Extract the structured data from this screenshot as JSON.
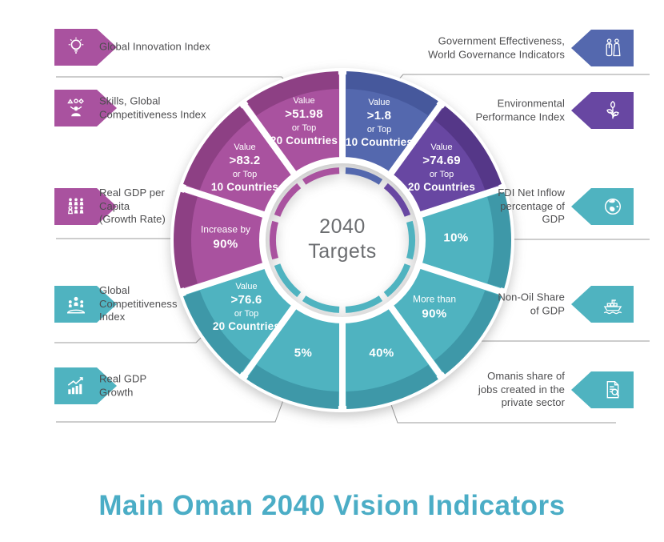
{
  "title": "Main Oman 2040 Vision Indicators",
  "center_label": "2040\nTargets",
  "colors": {
    "magenta": "#a9529f",
    "magenta_rim": "#8d4084",
    "blue": "#5468ae",
    "blue_rim": "#46589c",
    "purple": "#6847a2",
    "purple_rim": "#553788",
    "teal": "#4fb3c0",
    "teal_rim": "#3e98a8",
    "title_teal": "#4badc6",
    "label_gray": "#4d4d4f",
    "line_gray": "#9b9b9b"
  },
  "left_indicators": [
    {
      "label": "Global Innovation Index",
      "icon": "lightbulb-icon",
      "color": "#a9529f"
    },
    {
      "label": "Skills, Global\nCompetitiveness Index",
      "icon": "skills-icon",
      "color": "#a9529f"
    },
    {
      "label": "Real GDP per\nCapita\n(Growth Rate)",
      "icon": "population-icon",
      "color": "#a9529f"
    },
    {
      "label": "Global\nCompetitiveness\nIndex",
      "icon": "podium-people-icon",
      "color": "#4fb3c0"
    },
    {
      "label": "Real GDP\nGrowth",
      "icon": "growth-chart-icon",
      "color": "#4fb3c0"
    }
  ],
  "right_indicators": [
    {
      "label": "Government Effectiveness,\nWorld Governance Indicators",
      "icon": "omani-people-icon",
      "color": "#5468ae"
    },
    {
      "label": "Environmental\nPerformance Index",
      "icon": "plant-icon",
      "color": "#6847a2"
    },
    {
      "label": "FDI Net Inflow\npercentage of\nGDP",
      "icon": "globe-icon",
      "color": "#4fb3c0"
    },
    {
      "label": "Non-Oil Share\nof GDP",
      "icon": "ship-icon",
      "color": "#4fb3c0"
    },
    {
      "label": "Omanis share of\njobs created in the\nprivate sector",
      "icon": "document-search-icon",
      "color": "#4fb3c0"
    }
  ],
  "chart_data": {
    "type": "pie",
    "title": "2040 Targets",
    "legend_position": "none",
    "segments": [
      {
        "indicator": "Government Effectiveness, World Governance Indicators",
        "target_text": "Value >1.8 or Top 10 Countries",
        "lines": [
          "Value",
          ">1.8",
          "or Top",
          "10 Countries"
        ],
        "color": "#5468ae",
        "rim_color": "#46589c"
      },
      {
        "indicator": "Environmental Performance Index",
        "target_text": "Value >74.69 or Top 20 Countries",
        "lines": [
          "Value",
          ">74.69",
          "or Top",
          "20 Countries"
        ],
        "color": "#6847a2",
        "rim_color": "#553788"
      },
      {
        "indicator": "FDI Net Inflow percentage of GDP",
        "target_text": "10%",
        "lines": [
          "10%"
        ],
        "color": "#4fb3c0",
        "rim_color": "#3e98a8"
      },
      {
        "indicator": "Non-Oil Share of GDP",
        "target_text": "More than 90%",
        "lines": [
          "More than",
          "90%"
        ],
        "color": "#4fb3c0",
        "rim_color": "#3e98a8"
      },
      {
        "indicator": "Omanis share of jobs created in the private sector",
        "target_text": "40%",
        "lines": [
          "40%"
        ],
        "color": "#4fb3c0",
        "rim_color": "#3e98a8"
      },
      {
        "indicator": "Real GDP Growth",
        "target_text": "5%",
        "lines": [
          "5%"
        ],
        "color": "#4fb3c0",
        "rim_color": "#3e98a8"
      },
      {
        "indicator": "Global Competitiveness Index",
        "target_text": "Value >76.6 or Top 20 Countries",
        "lines": [
          "Value",
          ">76.6",
          "or Top",
          "20 Countries"
        ],
        "color": "#4fb3c0",
        "rim_color": "#3e98a8"
      },
      {
        "indicator": "Real GDP per Capita (Growth Rate)",
        "target_text": "Increase by 90%",
        "lines": [
          "Increase by",
          "90%"
        ],
        "color": "#a9529f",
        "rim_color": "#8d4084"
      },
      {
        "indicator": "Skills, Global Competitiveness Index",
        "target_text": "Value >83.2 or Top 10 Countries",
        "lines": [
          "Value",
          ">83.2",
          "or Top",
          "10 Countries"
        ],
        "color": "#a9529f",
        "rim_color": "#8d4084"
      },
      {
        "indicator": "Global Innovation Index",
        "target_text": "Value >51.98 or Top 20 Countries",
        "lines": [
          "Value",
          ">51.98",
          "or Top",
          "20 Countries"
        ],
        "color": "#a9529f",
        "rim_color": "#8d4084"
      }
    ]
  }
}
